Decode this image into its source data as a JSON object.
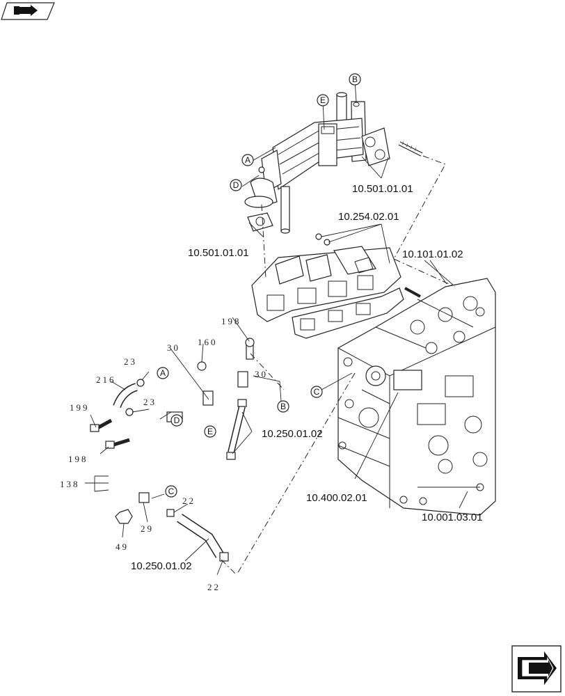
{
  "diagram": {
    "refs": {
      "r_10_501_01_01_top": "10.501.01.01",
      "r_10_501_01_01_left": "10.501.01.01",
      "r_10_254_02_01": "10.254.02.01",
      "r_10_101_01_02": "10.101.01.02",
      "r_10_250_01_02_mid": "10.250.01.02",
      "r_10_250_01_02_bottom": "10.250.01.02",
      "r_10_400_02_01": "10.400.02.01",
      "r_10_001_03_01": "10.001.03.01"
    },
    "parts": {
      "p198_top": "198",
      "p160": "160",
      "p30_left": "30",
      "p30_right": "30",
      "p23_a": "23",
      "p23_b": "23",
      "p216": "216",
      "p199": "199",
      "p198_left": "198",
      "p138": "138",
      "p49": "49",
      "p29": "29",
      "p22_a": "22",
      "p22_b": "22"
    },
    "callouts": {
      "A_top": "A",
      "B_top": "B",
      "D_top": "D",
      "E_top": "E",
      "A_pipe": "A",
      "B_pipe": "B",
      "C_block": "C",
      "C_pipe": "C",
      "D_pipe": "D",
      "E_pipe": "E"
    }
  },
  "nav": {
    "top_icon": "book-arrow-icon",
    "bottom_icon": "next-page-arrow-icon"
  }
}
